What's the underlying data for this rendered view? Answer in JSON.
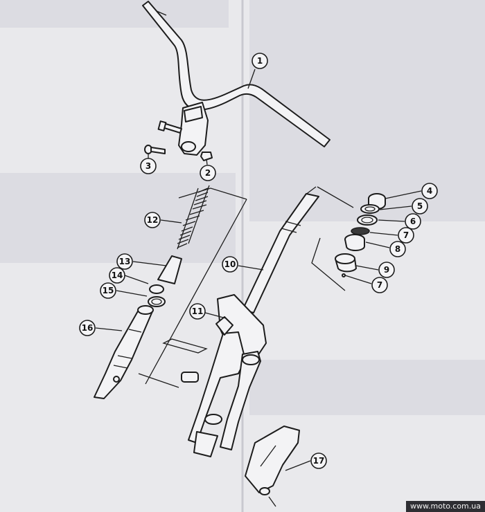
{
  "diagram": {
    "callouts": [
      {
        "id": "c1",
        "label": "1"
      },
      {
        "id": "c2",
        "label": "2"
      },
      {
        "id": "c3",
        "label": "3"
      },
      {
        "id": "c4",
        "label": "4"
      },
      {
        "id": "c5",
        "label": "5"
      },
      {
        "id": "c6",
        "label": "6"
      },
      {
        "id": "c7a",
        "label": "7"
      },
      {
        "id": "c8",
        "label": "8"
      },
      {
        "id": "c9",
        "label": "9"
      },
      {
        "id": "c7b",
        "label": "7"
      },
      {
        "id": "c10",
        "label": "10"
      },
      {
        "id": "c11",
        "label": "11"
      },
      {
        "id": "c12",
        "label": "12"
      },
      {
        "id": "c13",
        "label": "13"
      },
      {
        "id": "c14",
        "label": "14"
      },
      {
        "id": "c15",
        "label": "15"
      },
      {
        "id": "c16",
        "label": "16"
      },
      {
        "id": "c17",
        "label": "17"
      }
    ]
  },
  "footer": {
    "watermark": "www.moto.com.ua"
  }
}
